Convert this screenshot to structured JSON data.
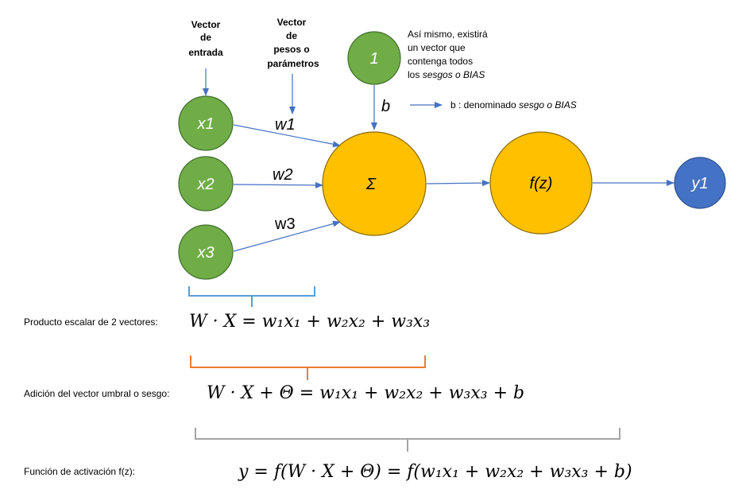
{
  "inputs_header": {
    "line1": "Vector",
    "line2": "de",
    "line3": "entrada"
  },
  "weights_header": {
    "line1": "Vector",
    "line2": "de",
    "line3": "pesos o",
    "line4": "parámetros"
  },
  "bias_note": {
    "line1": "Así mismo, existirá",
    "line2": "un vector que",
    "line3": "contenga todos",
    "line4_prefix": "los ",
    "line4_italic": "sesgos o BIAS"
  },
  "bias_def": {
    "prefix": "b :  denominado ",
    "italic": "sesgo o BIAS"
  },
  "nodes": {
    "x1": "x1",
    "x2": "x2",
    "x3": "x3",
    "bias": "1",
    "sum": "Σ",
    "activation": "f(z)",
    "output": "y1"
  },
  "edge_labels": {
    "w1": "w1",
    "w2": "w2",
    "w3": "w3",
    "b": "b"
  },
  "formulas": [
    {
      "label": "Producto escalar de 2 vectores:",
      "expr": "W · X = w₁x₁ +  w₂x₂ + w₃x₃"
    },
    {
      "label": "Adición del vector umbral o sesgo:",
      "expr": "W · X + Θ = w₁x₁ + w₂x₂ + w₃x₃ + b"
    },
    {
      "label": "Función de activación f(z):",
      "expr": "y = f(W · X + Θ) = f(w₁x₁ + w₂x₂ + w₃x₃ + b)"
    }
  ],
  "colors": {
    "input_node": "#70ad47",
    "input_stroke": "#3f6f2a",
    "sum_node": "#ffc000",
    "sum_stroke": "#8a6a00",
    "output_node": "#4472c4",
    "output_stroke": "#2f528f",
    "arrow": "#4472c4",
    "brace_blue": "#5b9bd5",
    "brace_orange": "#ed7d31",
    "brace_gray": "#a5a5a5"
  }
}
